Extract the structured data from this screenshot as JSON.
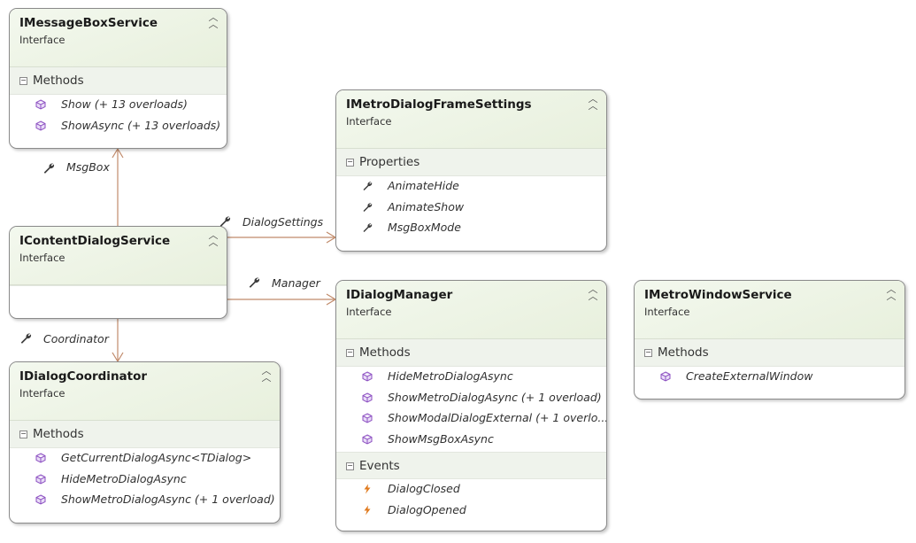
{
  "boxes": {
    "imessagebox": {
      "title": "IMessageBoxService",
      "stereotype": "Interface",
      "section": "Methods",
      "members": [
        "Show (+ 13 overloads)",
        "ShowAsync (+ 13 overloads)"
      ]
    },
    "imetrodialogframesettings": {
      "title": "IMetroDialogFrameSettings",
      "stereotype": "Interface",
      "section": "Properties",
      "members": [
        "AnimateHide",
        "AnimateShow",
        "MsgBoxMode"
      ]
    },
    "icontentdialogservice": {
      "title": "IContentDialogService",
      "stereotype": "Interface"
    },
    "idialogmanager": {
      "title": "IDialogManager",
      "stereotype": "Interface",
      "section": "Methods",
      "members": [
        "HideMetroDialogAsync",
        "ShowMetroDialogAsync (+ 1 overload)",
        "ShowModalDialogExternal (+ 1 overlo...",
        "ShowMsgBoxAsync"
      ],
      "section2": "Events",
      "events": [
        "DialogClosed",
        "DialogOpened"
      ]
    },
    "imetrowindowservice": {
      "title": "IMetroWindowService",
      "stereotype": "Interface",
      "section": "Methods",
      "members": [
        "CreateExternalWindow"
      ]
    },
    "idialogcoordinator": {
      "title": "IDialogCoordinator",
      "stereotype": "Interface",
      "section": "Methods",
      "members": [
        "GetCurrentDialogAsync<TDialog>",
        "HideMetroDialogAsync",
        "ShowMetroDialogAsync (+ 1 overload)"
      ]
    }
  },
  "associations": {
    "msgbox": "MsgBox",
    "dialog_settings": "DialogSettings",
    "manager": "Manager",
    "coordinator": "Coordinator"
  },
  "colors": {
    "connector": "#c08a6a",
    "method_icon": "#8c4fc1",
    "property_icon": "#3c3c3c",
    "event_icon": "#e07a1e"
  }
}
